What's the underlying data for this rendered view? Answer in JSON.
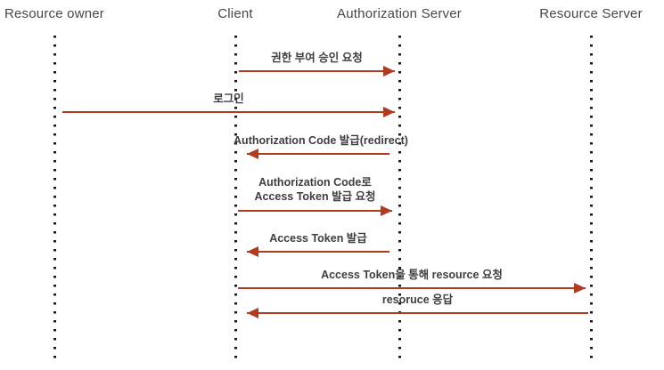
{
  "diagram": {
    "type": "sequence-diagram",
    "actors": [
      {
        "label": "Resource owner"
      },
      {
        "label": "Client"
      },
      {
        "label": "Authorization Server"
      },
      {
        "label": "Resource Server"
      }
    ],
    "messages": [
      {
        "label": "권한 부여 승인 요청",
        "from": "Client",
        "to": "Authorization Server",
        "direction": "right"
      },
      {
        "label": "로그인",
        "from": "Resource owner",
        "to": "Authorization Server",
        "direction": "right"
      },
      {
        "label": "Authorization Code 발급(redirect)",
        "from": "Authorization Server",
        "to": "Client",
        "direction": "left"
      },
      {
        "label": "Authorization Code로\nAccess Token 발급 요청",
        "from": "Client",
        "to": "Authorization Server",
        "direction": "right"
      },
      {
        "label": "Access Token 발급",
        "from": "Authorization Server",
        "to": "Client",
        "direction": "left"
      },
      {
        "label": "Access Token을 통해 resource 요청",
        "from": "Client",
        "to": "Resource Server",
        "direction": "right"
      },
      {
        "label": "resoruce 응답",
        "from": "Resource Server",
        "to": "Client",
        "direction": "left"
      }
    ],
    "colors": {
      "arrow": "#b23a1e",
      "message_label": "#3e3e3e",
      "actor_label": "#45484b",
      "lifeline": "#161616",
      "background": "#ffffff"
    }
  }
}
